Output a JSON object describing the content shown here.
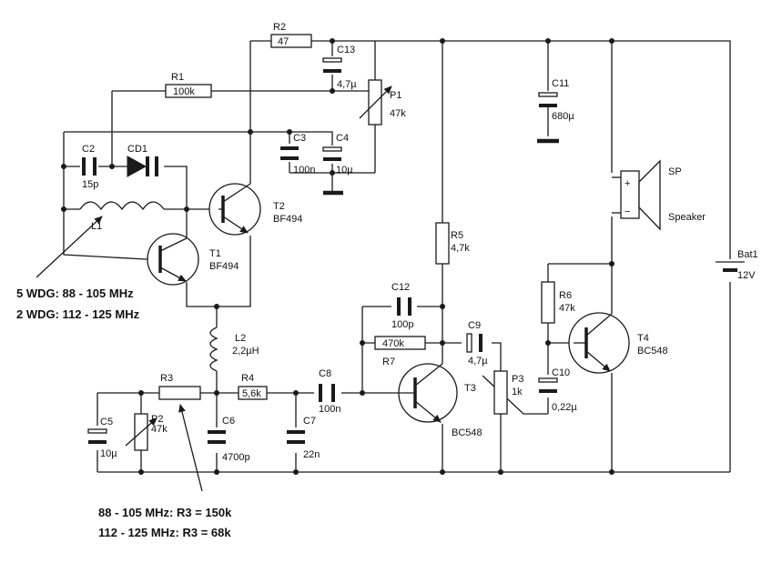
{
  "components": {
    "R1": {
      "ref": "R1",
      "value": "100k"
    },
    "R2": {
      "ref": "R2",
      "value": "47"
    },
    "R3": {
      "ref": "R3"
    },
    "R4": {
      "ref": "R4",
      "value": "5,6k"
    },
    "R5": {
      "ref": "R5",
      "value": "4,7k"
    },
    "R6": {
      "ref": "R6",
      "value": "47k"
    },
    "R7": {
      "ref": "R7",
      "value": "470k"
    },
    "P1": {
      "ref": "P1",
      "value": "47k"
    },
    "P2": {
      "ref": "P2",
      "value": "47k"
    },
    "P3": {
      "ref": "P3",
      "value": "1k"
    },
    "C2": {
      "ref": "C2",
      "value": "15p"
    },
    "C3": {
      "ref": "C3",
      "value": "100n"
    },
    "C4": {
      "ref": "C4",
      "value": "10µ"
    },
    "C5": {
      "ref": "C5",
      "value": "10µ"
    },
    "C6": {
      "ref": "C6",
      "value": "4700p"
    },
    "C7": {
      "ref": "C7",
      "value": "22n"
    },
    "C8": {
      "ref": "C8",
      "value": "100n"
    },
    "C9": {
      "ref": "C9",
      "value": "4,7µ"
    },
    "C10": {
      "ref": "C10",
      "value": "0,22µ"
    },
    "C11": {
      "ref": "C11",
      "value": "680µ"
    },
    "C12": {
      "ref": "C12",
      "value": "100p"
    },
    "C13": {
      "ref": "C13",
      "value": "4,7µ"
    },
    "CD1": {
      "ref": "CD1"
    },
    "L1": {
      "ref": "L1"
    },
    "L2": {
      "ref": "L2",
      "value": "2,2µH"
    },
    "T1": {
      "ref": "T1",
      "value": "BF494"
    },
    "T2": {
      "ref": "T2",
      "value": "BF494"
    },
    "T3": {
      "ref": "T3",
      "value": "BC548"
    },
    "T4": {
      "ref": "T4",
      "value": "BC548"
    },
    "SP": {
      "ref": "SP",
      "value": "Speaker"
    },
    "Bat1": {
      "ref": "Bat1",
      "value": "12V"
    }
  },
  "notes": {
    "coil_5wdg": "5 WDG: 88 - 105 MHz",
    "coil_2wdg": "2 WDG: 112 - 125 MHz",
    "r3_low": "88 - 105 MHz: R3 = 150k",
    "r3_high": "112 - 125 MHz: R3 = 68k"
  },
  "symbols": {
    "plus": "+",
    "minus": "−"
  }
}
